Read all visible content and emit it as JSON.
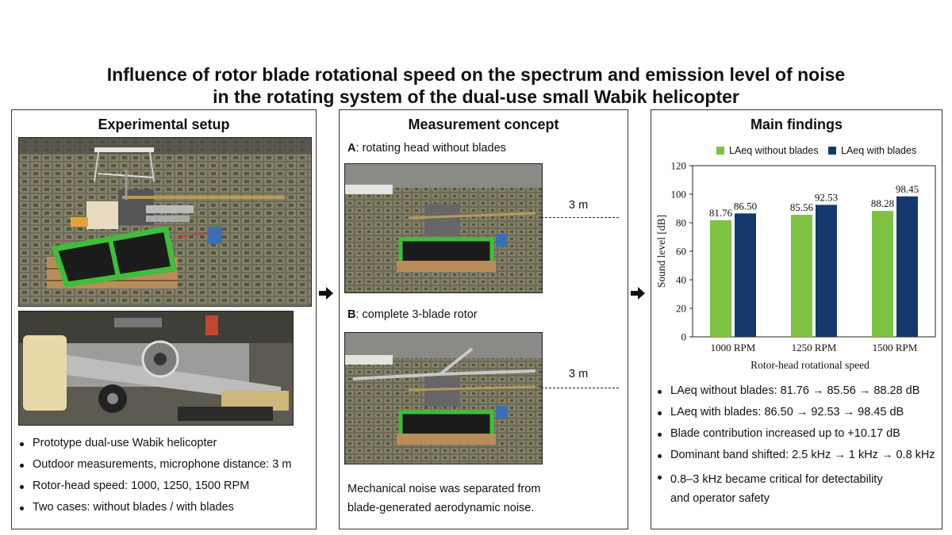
{
  "title": {
    "line1": "Influence of rotor blade rotational speed on the spectrum and emission level of noise",
    "line2": "in the rotating system of the dual-use small Wabik helicopter"
  },
  "setup": {
    "heading": "Experimental setup",
    "bullets": [
      "Prototype dual-use Wabik helicopter",
      "Outdoor measurements, microphone distance: 3 m",
      "Rotor-head speed: 1000, 1250, 1500 RPM",
      "Two cases: without blades / with blades"
    ]
  },
  "concept": {
    "heading": "Measurement concept",
    "case_a_letter": "A",
    "case_a_text": ": rotating head without blades",
    "case_b_letter": "B",
    "case_b_text": ": complete 3-blade rotor",
    "distance_a": "3 m",
    "distance_b": "3 m",
    "note_line1": "Mechanical noise was separated from",
    "note_line2": "blade-generated aerodynamic noise."
  },
  "findings": {
    "heading": "Main findings",
    "bullets": [
      "LAeq without blades: 81.76 → 85.56 → 88.28 dB",
      "LAeq with blades: 86.50 → 92.53 → 98.45 dB",
      "Blade contribution increased up to +10.17 dB",
      "Dominant band shifted: 2.5 kHz → 1 kHz → 0.8 kHz"
    ],
    "last_bullet_line1": "0.8–3 kHz became critical for detectability",
    "last_bullet_line2": "and operator safety"
  },
  "colors": {
    "without_blades": "#7DC242",
    "with_blades": "#13386B"
  },
  "chart_data": {
    "type": "bar",
    "categories": [
      "1000 RPM",
      "1250 RPM",
      "1500 RPM"
    ],
    "series": [
      {
        "name": "LAeq without blades",
        "values": [
          81.76,
          85.56,
          88.28
        ],
        "labels": [
          "81.76",
          "85.56",
          "88.28"
        ]
      },
      {
        "name": "LAeq with blades",
        "values": [
          86.5,
          92.53,
          98.45
        ],
        "labels": [
          "86.50",
          "92.53",
          "98.45"
        ]
      }
    ],
    "xlabel": "Rotor-head rotational speed",
    "ylabel": "Sound level [dB]",
    "ylim": [
      0,
      120
    ],
    "yticks": [
      "0",
      "20",
      "40",
      "60",
      "80",
      "100",
      "120"
    ],
    "grid": false,
    "legend": "top"
  }
}
